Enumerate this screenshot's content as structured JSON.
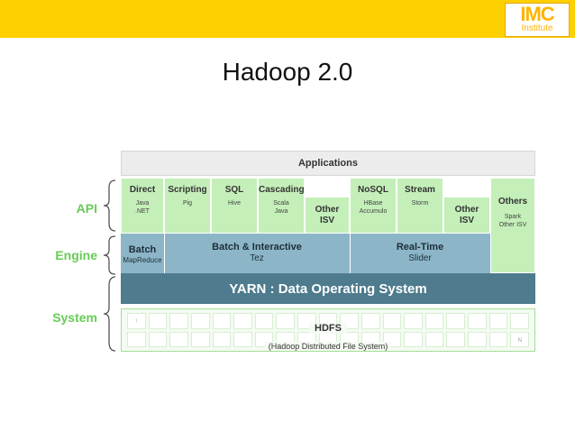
{
  "header": {
    "logo_main": "IMC",
    "logo_sub": "Institute",
    "brand_color": "#ffd000"
  },
  "title": "Hadoop 2.0",
  "side_labels": {
    "api": "API",
    "engine": "Engine",
    "system": "System"
  },
  "applications_label": "Applications",
  "api_tiles": [
    {
      "title": "Direct",
      "sub": "Java\n.NET"
    },
    {
      "title": "Scripting",
      "sub": "Pig"
    },
    {
      "title": "SQL",
      "sub": "Hive"
    },
    {
      "title": "Cascading",
      "sub": "Scala\nJava"
    },
    {
      "title": "Other\nISV",
      "sub": ""
    },
    {
      "title": "NoSQL",
      "sub": "HBase\nAccumulo"
    },
    {
      "title": "Stream",
      "sub": "Storm"
    },
    {
      "title": "Other\nISV",
      "sub": ""
    },
    {
      "title": "Others",
      "sub": "Spark\nOther ISV"
    }
  ],
  "engines": {
    "batch": {
      "title": "Batch",
      "sub": "MapReduce"
    },
    "interactive": {
      "title": "Batch & Interactive",
      "sub": "Tez"
    },
    "realtime": {
      "title": "Real-Time",
      "sub": "Slider"
    }
  },
  "yarn_label": "YARN : Data Operating System",
  "hdfs": {
    "title": "HDFS",
    "sub": "(Hadoop Distributed File System)",
    "first_cell": "1",
    "last_cell": "N"
  },
  "colors": {
    "api_green": "#c4efb9",
    "engine_blue": "#8cb6c8",
    "yarn_blue": "#4e7b8d",
    "label_green": "#66cc55"
  }
}
